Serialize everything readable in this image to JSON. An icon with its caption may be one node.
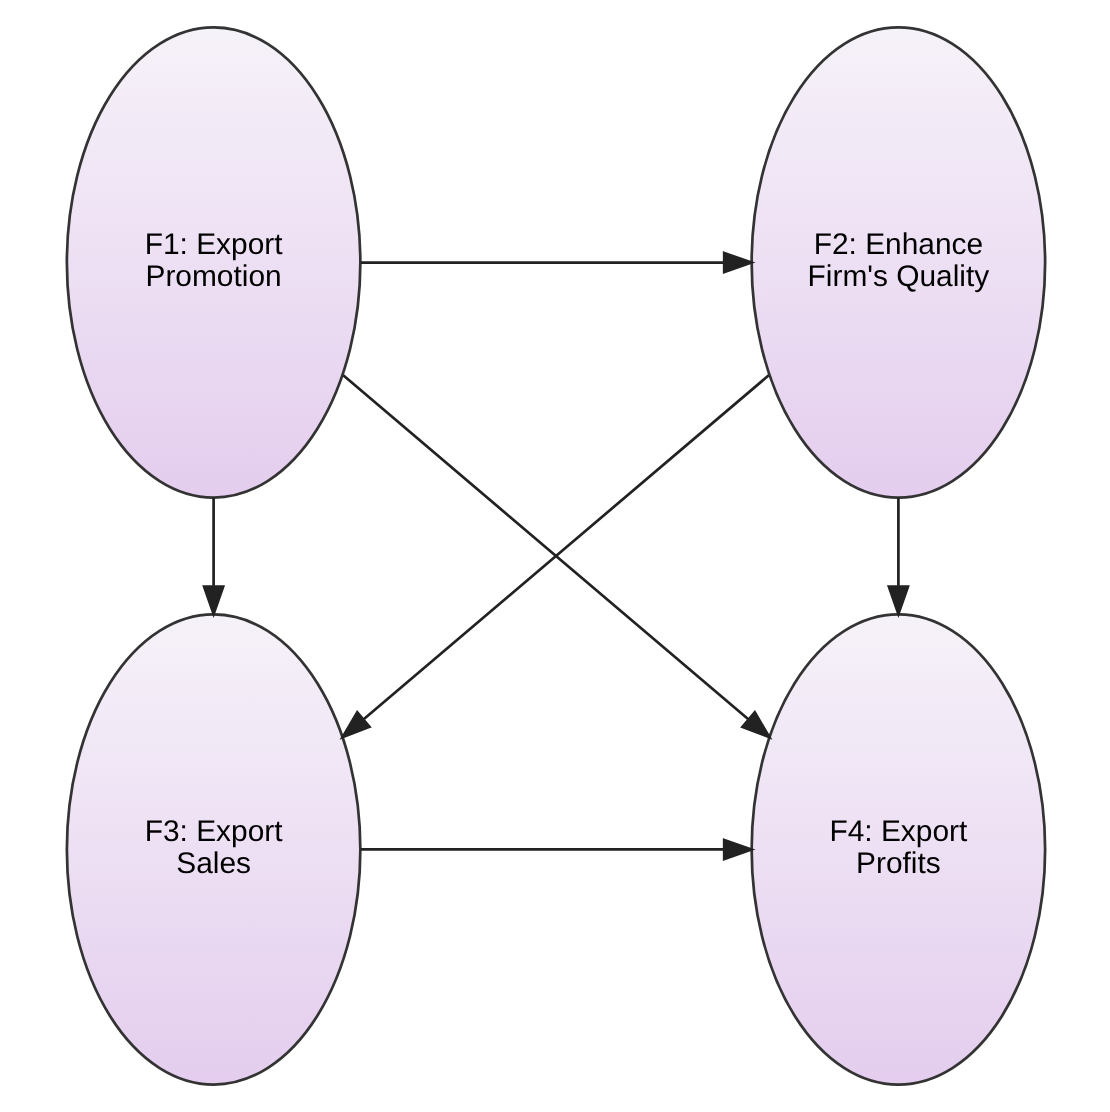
{
  "diagram": {
    "nodes": [
      {
        "text": [
          "F1: Export Promotion"
        ]
      },
      {
        "text": [
          "F2: Enhance Firm's Quality"
        ]
      },
      {
        "text": [
          "F3: Export Sales"
        ]
      },
      {
        "text": [
          "F4: Export Profits"
        ]
      }
    ],
    "edges": [
      {
        "from": 0,
        "to": 1,
        "arrow": "to"
      },
      {
        "from": 0,
        "to": 2,
        "arrow": "to"
      },
      {
        "from": 0,
        "to": 3,
        "arrow": "to"
      },
      {
        "from": 1,
        "to": 2,
        "arrow": "to"
      },
      {
        "from": 1,
        "to": 3,
        "arrow": "to"
      },
      {
        "from": 2,
        "to": 3,
        "arrow": "to"
      }
    ]
  }
}
